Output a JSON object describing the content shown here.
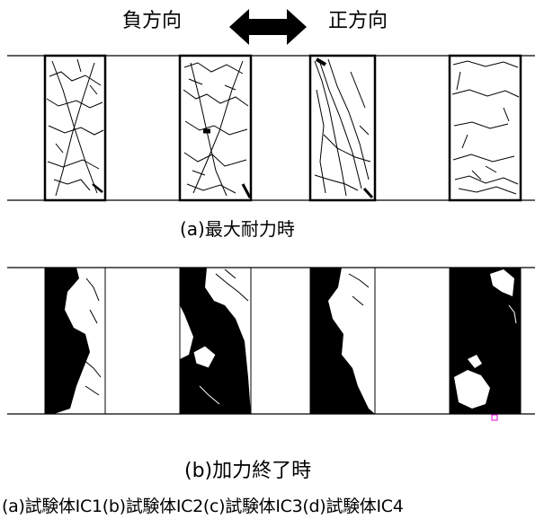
{
  "direction": {
    "negative": "負方向",
    "positive": "正方向"
  },
  "captions": {
    "a": "(a)最大耐力時",
    "b": "(b)加力終了時"
  },
  "specimens_line": "(a)試験体IC1(b)試験体IC2(c)試験体IC3(d)試験体IC4",
  "colors": {
    "line": "#000000",
    "marker": "#e000e0"
  },
  "icons": {
    "arrow": "double-headed-arrow"
  }
}
